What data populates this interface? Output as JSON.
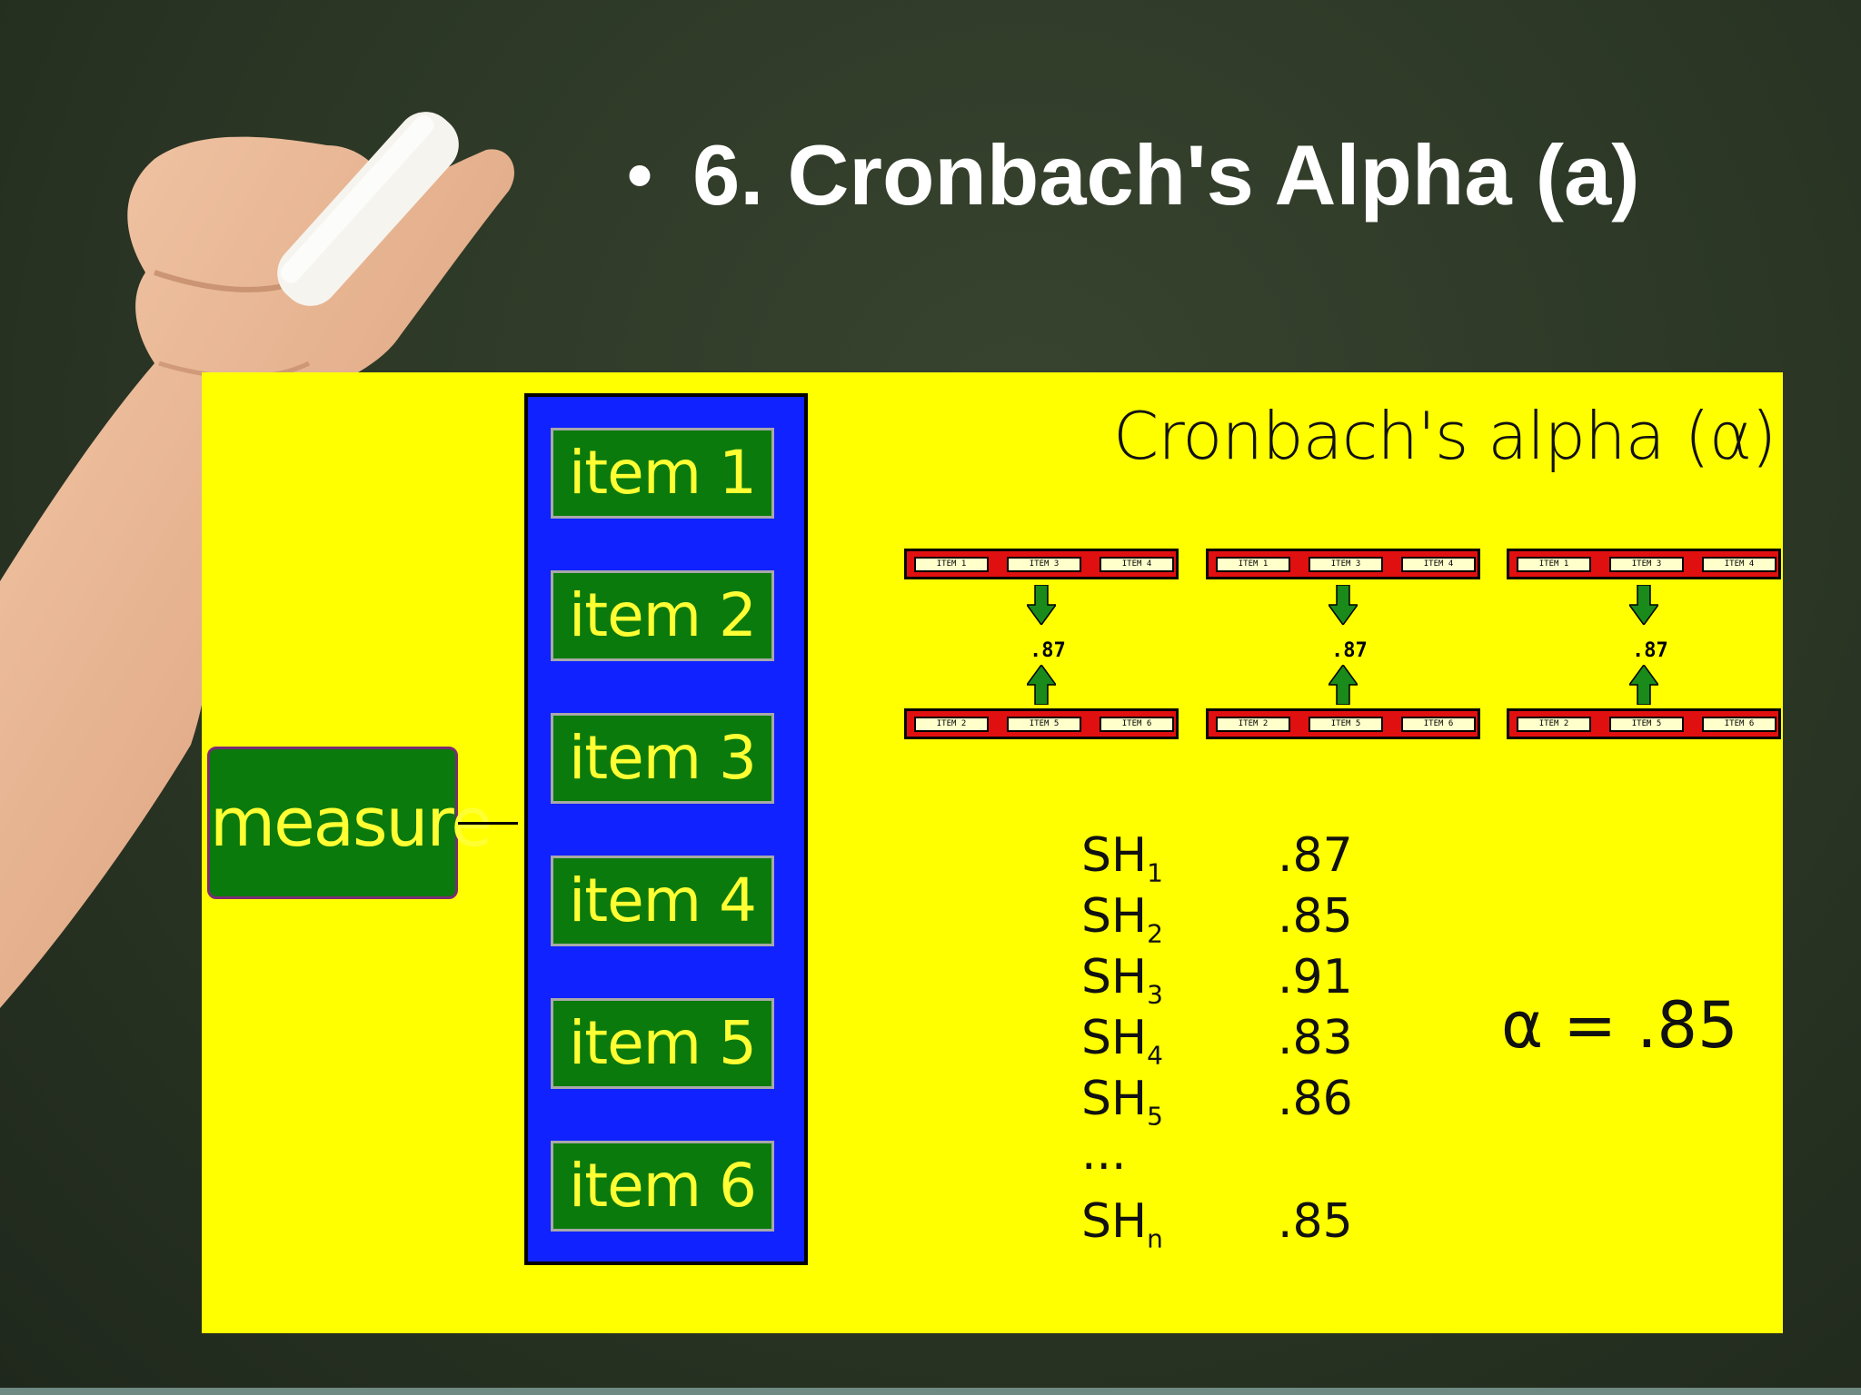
{
  "slide": {
    "bullet": "•",
    "title": "6. Cronbach's Alpha (a)"
  },
  "diagram": {
    "measure_label": "measure",
    "items": [
      "item 1",
      "item 2",
      "item 3",
      "item 4",
      "item 5",
      "item 6"
    ],
    "heading": "Cronbach's alpha (α)",
    "splits": [
      {
        "top": [
          "ITEM 1",
          "ITEM 3",
          "ITEM 4"
        ],
        "bottom": [
          "ITEM 2",
          "ITEM 5",
          "ITEM 6"
        ],
        "correlation": ".87"
      },
      {
        "top": [
          "ITEM 1",
          "ITEM 3",
          "ITEM 4"
        ],
        "bottom": [
          "ITEM 2",
          "ITEM 5",
          "ITEM 6"
        ],
        "correlation": ".87"
      },
      {
        "top": [
          "ITEM 1",
          "ITEM 3",
          "ITEM 4"
        ],
        "bottom": [
          "ITEM 2",
          "ITEM 5",
          "ITEM 6"
        ],
        "correlation": ".87"
      }
    ],
    "split_half": [
      {
        "label": "SH",
        "sub": "1",
        "value": ".87"
      },
      {
        "label": "SH",
        "sub": "2",
        "value": ".85"
      },
      {
        "label": "SH",
        "sub": "3",
        "value": ".91"
      },
      {
        "label": "SH",
        "sub": "4",
        "value": ".83"
      },
      {
        "label": "SH",
        "sub": "5",
        "value": ".86"
      },
      {
        "label": "...",
        "sub": "",
        "value": ""
      },
      {
        "label": "SH",
        "sub": "n",
        "value": ".85"
      }
    ],
    "result": "α = .85"
  },
  "colors": {
    "panel": "#ffff00",
    "item_column": "#0f22ff",
    "box_green": "#0b7a0c",
    "box_text": "#ffff33",
    "split_red": "#e01010",
    "arrow_green": "#1a8a1a"
  }
}
